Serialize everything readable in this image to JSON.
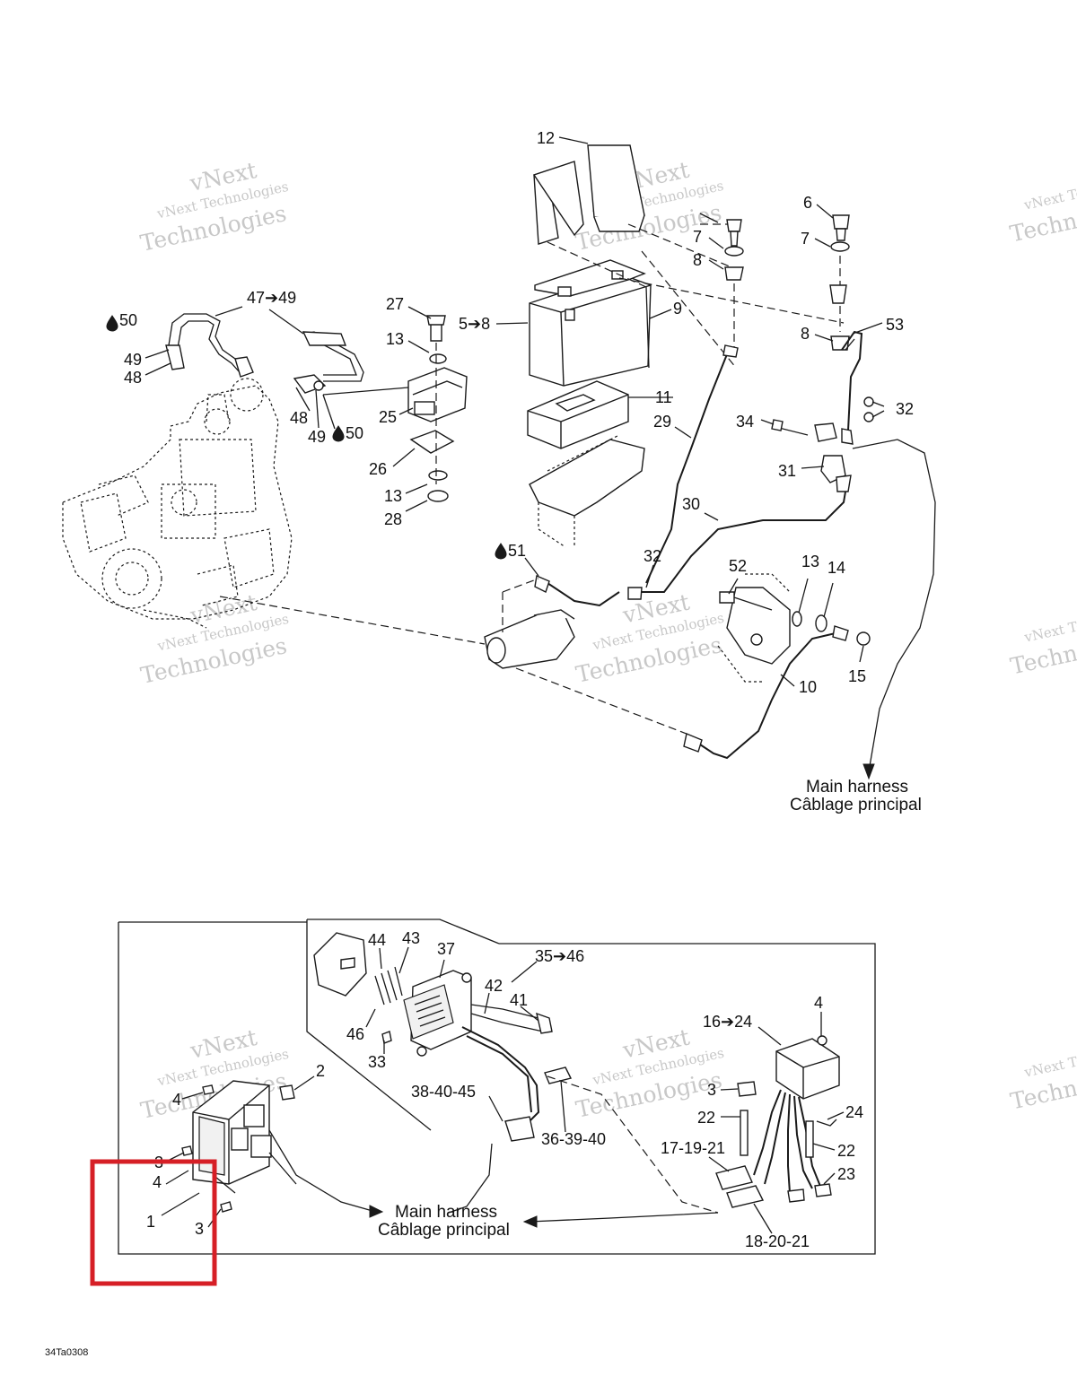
{
  "labels": {
    "l12": "12",
    "l6": "6",
    "l7a": "7",
    "l7b": "7",
    "l8a": "8",
    "l8b": "8",
    "l58": "5➔8",
    "l9": "9",
    "l53": "53",
    "l27": "27",
    "l13a": "13",
    "l4749": "47➔49",
    "l50a": "50",
    "l49a": "49",
    "l48a": "48",
    "l48b": "48",
    "l49b": "49",
    "l50b": "50",
    "l25": "25",
    "l26": "26",
    "l13b": "13",
    "l28": "28",
    "l11": "11",
    "l29": "29",
    "l34": "34",
    "l32a": "32",
    "l31": "31",
    "l30": "30",
    "l51": "51",
    "l32b": "32",
    "l52": "52",
    "l13c": "13",
    "l14": "14",
    "l15": "15",
    "l10": "10",
    "l44": "44",
    "l43": "43",
    "l37": "37",
    "l3546": "35➔46",
    "l42": "42",
    "l41": "41",
    "l46": "46",
    "l33": "33",
    "l384045": "38-40-45",
    "l363940": "36-39-40",
    "l2": "2",
    "l4a": "4",
    "l4b": "4",
    "l3a": "3",
    "l1": "1",
    "l3b": "3",
    "l1624": "16➔24",
    "l4c": "4",
    "l3c": "3",
    "l22a": "22",
    "l24": "24",
    "l171921": "17-19-21",
    "l22b": "22",
    "l23": "23",
    "l182021": "18-20-21"
  },
  "harness_top": {
    "en": "Main harness",
    "fr": "Câblage principal"
  },
  "harness_bottom": {
    "en": "Main harness",
    "fr": "Câblage principal"
  },
  "watermark": {
    "line1": "vNext Technologies",
    "line2": "Technologies",
    "line3": "vNext"
  },
  "figure_code": "34Ta0308",
  "colors": {
    "line": "#1a1a1a",
    "highlight": "#d61f26",
    "watermark": "#c8c8c8"
  },
  "icons": {
    "oil": "oil-drop-icon",
    "arrow": "arrow-right-icon"
  }
}
